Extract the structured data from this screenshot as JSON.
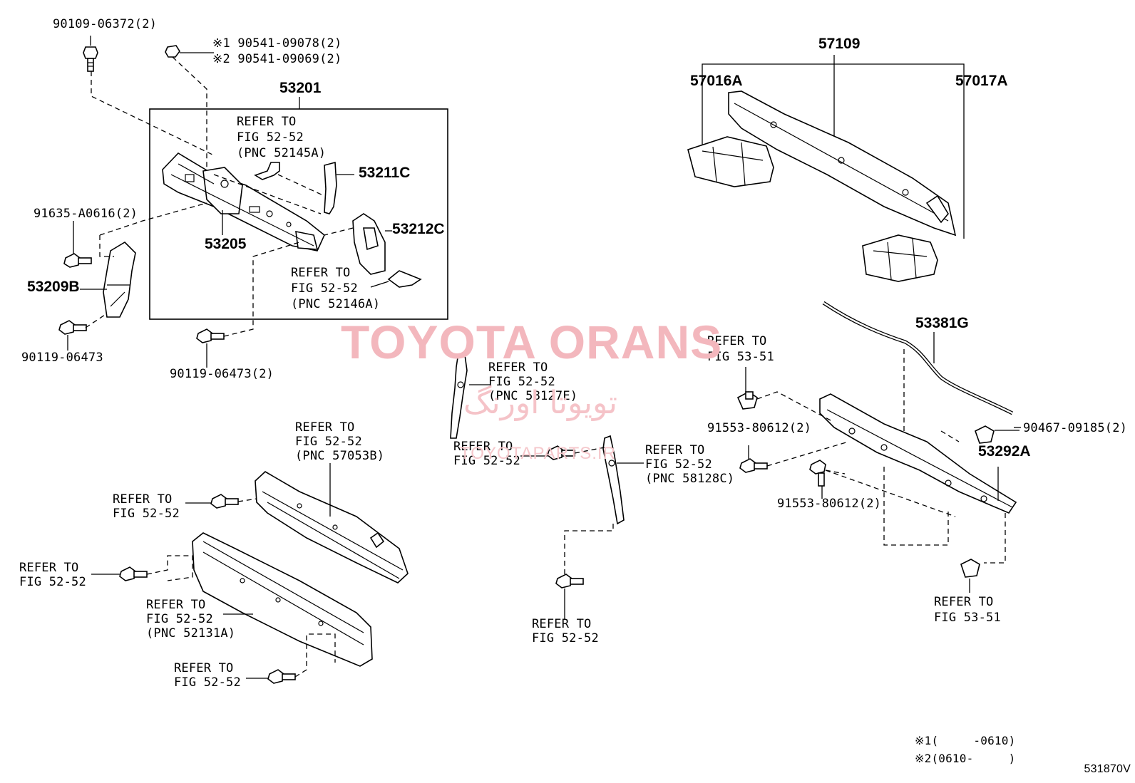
{
  "diagram_code": "531870V",
  "watermark": {
    "brand": "TOYOTA ORANS",
    "arabic": "تویوتا اورنگ",
    "site": "TOYOTAPARTS.IR"
  },
  "labels": {
    "p90109": "90109-06372(2)",
    "p90541a": "※1 90541-09078(2)",
    "p90541b": "※2 90541-09069(2)",
    "p53201": "53201",
    "ref_52145": "REFER TO\nFIG 52-52\n(PNC 52145A)",
    "p53211c": "53211C",
    "p53212c": "53212C",
    "p91635": "91635-A0616(2)",
    "p53209b": "53209B",
    "p53205": "53205",
    "ref_52146": "REFER TO\nFIG 52-52\n(PNC 52146A)",
    "p90119a": "90119-06473",
    "p90119b": "90119-06473(2)",
    "p57109": "57109",
    "p57016a": "57016A",
    "p57017a": "57017A",
    "p53381g": "53381G",
    "ref_5351a": "REFER TO\nFIG 53-51",
    "ref_58127": "REFER TO\nFIG 52-52\n(PNC 58127E)",
    "p91553a": "91553-80612(2)",
    "p90467": "90467-09185(2)",
    "p53292a": "53292A",
    "ref_5252a": "REFER TO\nFIG 52-52",
    "ref_58128": "REFER TO\nFIG 52-52\n(PNC 58128C)",
    "p91553b": "91553-80612(2)",
    "ref_57053": "REFER TO\nFIG 52-52\n(PNC 57053B)",
    "ref_5252b": "REFER TO\nFIG 52-52",
    "ref_5252c": "REFER TO\nFIG 52-52",
    "ref_52131": "REFER TO\nFIG 52-52\n(PNC 52131A)",
    "ref_5252d": "REFER TO\nFIG 52-52",
    "ref_5252e": "REFER TO\nFIG 52-52",
    "ref_5351b": "REFER TO\nFIG 53-51"
  },
  "notes": {
    "note1": "※1(     -0610)",
    "note2": "※2(0610-     )"
  }
}
